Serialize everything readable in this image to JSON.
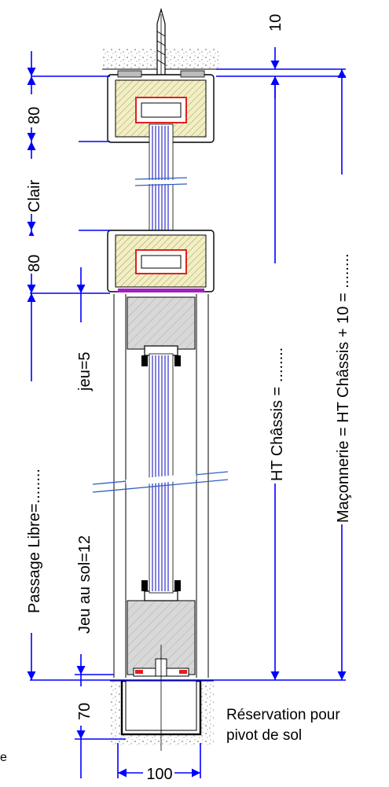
{
  "dimensions": {
    "top_gap": "10",
    "frame_top": "80",
    "clear": "Clair",
    "frame_bottom": "80",
    "play": "jeu=5",
    "passage": "Passage Libre=........",
    "floor_play": "Jeu au sol=12",
    "pivot_depth": "70",
    "width": "100",
    "ht_chassis": "HT Châssis = ........",
    "masonry": "Maçonnerie = HT Châssis + 10 = ........"
  },
  "annotations": {
    "reservation_line1": "Réservation pour",
    "reservation_line2": "pivot de sol",
    "corner_letter": "e"
  },
  "colors": {
    "dimension": "#0000ff",
    "glass": "#4040d0",
    "insulation": "#f3efc4",
    "gasket": "#e02020",
    "concrete": "#d8d8d8",
    "seal": "#a020c0"
  }
}
